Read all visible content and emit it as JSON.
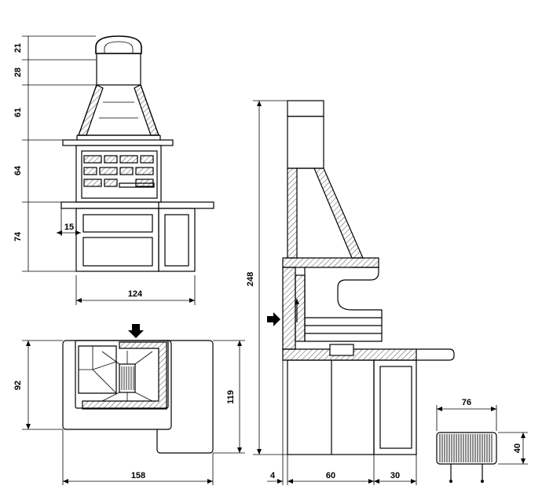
{
  "dimensions": {
    "front_view": {
      "h_chimney_cap": "21",
      "h_chimney_top": "28",
      "h_hood": "61",
      "h_firebox": "64",
      "h_base": "74",
      "shelf_inset": "15",
      "width": "124"
    },
    "plan_view": {
      "depth_inner": "92",
      "depth_total": "119",
      "width": "158"
    },
    "side_view": {
      "height_total": "248",
      "left_offset": "4",
      "base_depth": "60",
      "shelf_depth": "30"
    },
    "grill_grate": {
      "width": "76",
      "height": "40"
    }
  }
}
